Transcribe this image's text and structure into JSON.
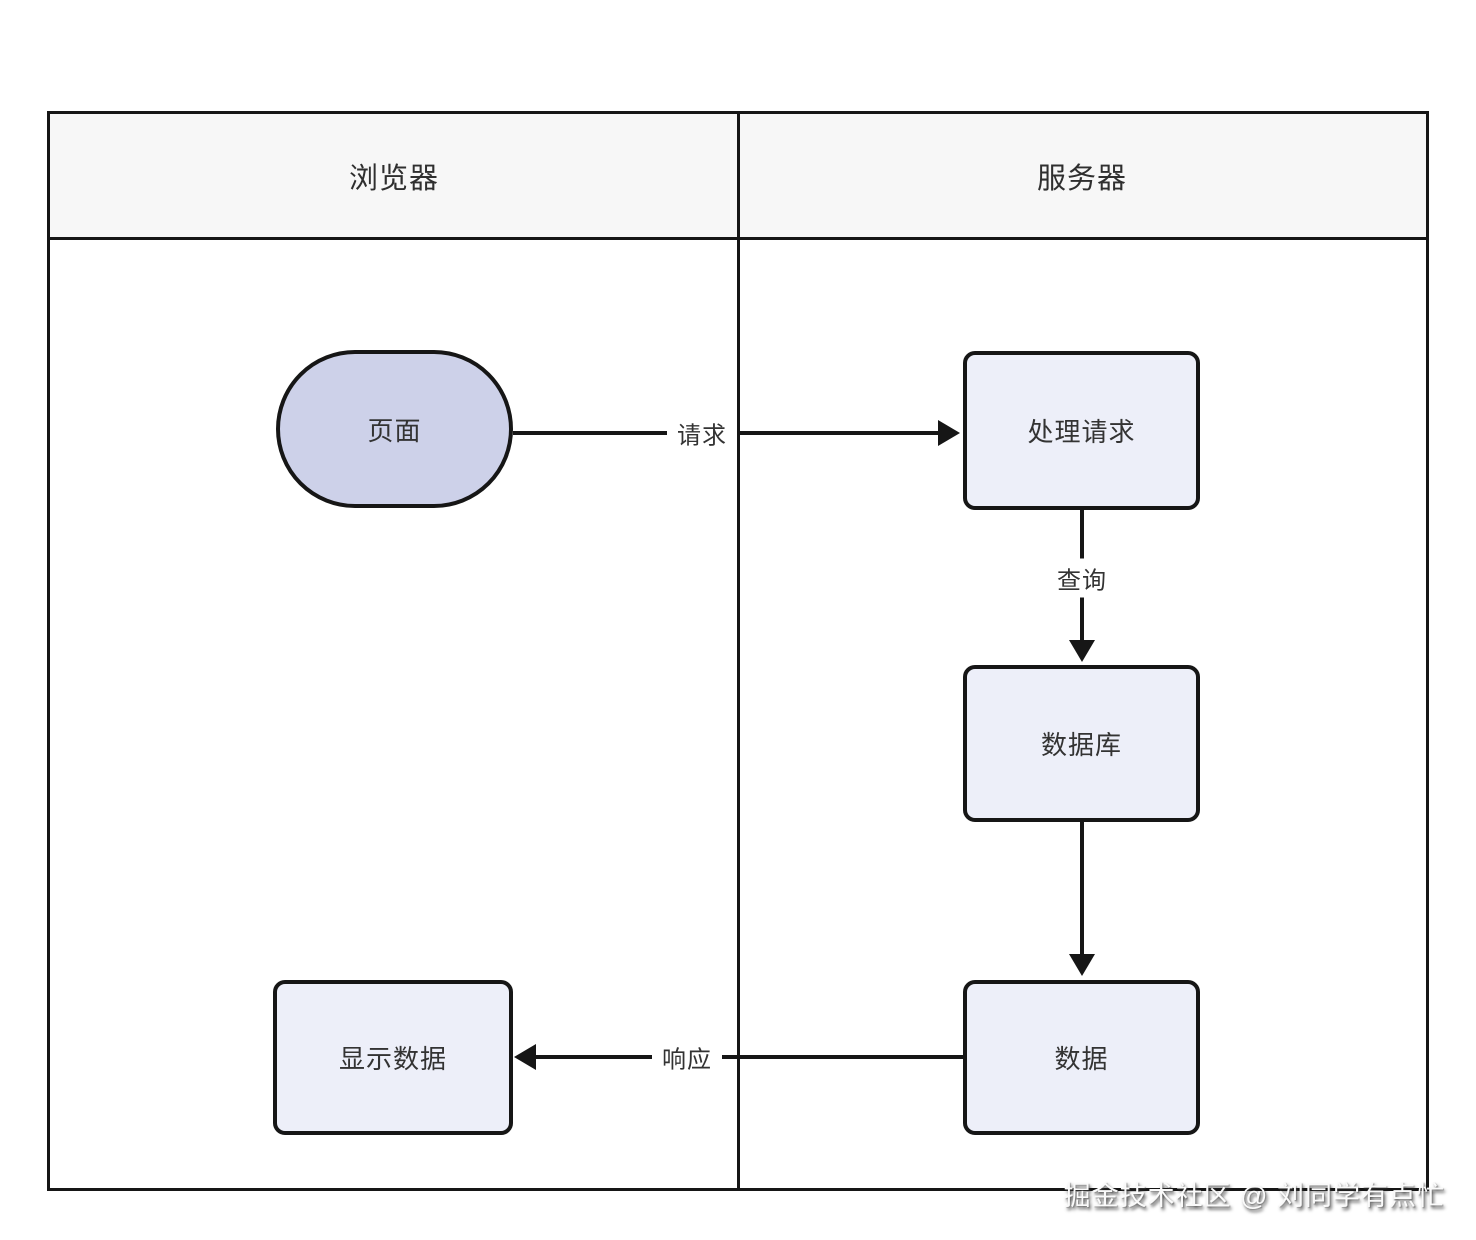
{
  "diagram": {
    "type": "flowchart-swimlane",
    "lanes": [
      {
        "id": "browser",
        "label": "浏览器"
      },
      {
        "id": "server",
        "label": "服务器"
      }
    ],
    "nodes": [
      {
        "id": "page",
        "label": "页面",
        "shape": "stadium",
        "lane": "browser",
        "fill": "#cdd1e9"
      },
      {
        "id": "process-request",
        "label": "处理请求",
        "shape": "rounded-rect",
        "lane": "server",
        "fill": "#edeff9"
      },
      {
        "id": "database",
        "label": "数据库",
        "shape": "rounded-rect",
        "lane": "server",
        "fill": "#edeff9"
      },
      {
        "id": "data",
        "label": "数据",
        "shape": "rounded-rect",
        "lane": "server",
        "fill": "#edeff9"
      },
      {
        "id": "display-data",
        "label": "显示数据",
        "shape": "rounded-rect",
        "lane": "browser",
        "fill": "#edeff9"
      }
    ],
    "edges": [
      {
        "from": "page",
        "to": "process-request",
        "label": "请求",
        "direction": "right"
      },
      {
        "from": "process-request",
        "to": "database",
        "label": "查询",
        "direction": "down"
      },
      {
        "from": "database",
        "to": "data",
        "label": "",
        "direction": "down"
      },
      {
        "from": "data",
        "to": "display-data",
        "label": "响应",
        "direction": "left"
      }
    ],
    "colors": {
      "line": "#161616",
      "lane_header_bg": "#f7f7f7",
      "node_fill_light": "#edeff9",
      "node_fill_accent": "#cdd1e9",
      "text": "#333333",
      "background": "#ffffff"
    }
  },
  "watermark": {
    "text": "掘金技术社区 @ 刘同学有点忙"
  }
}
